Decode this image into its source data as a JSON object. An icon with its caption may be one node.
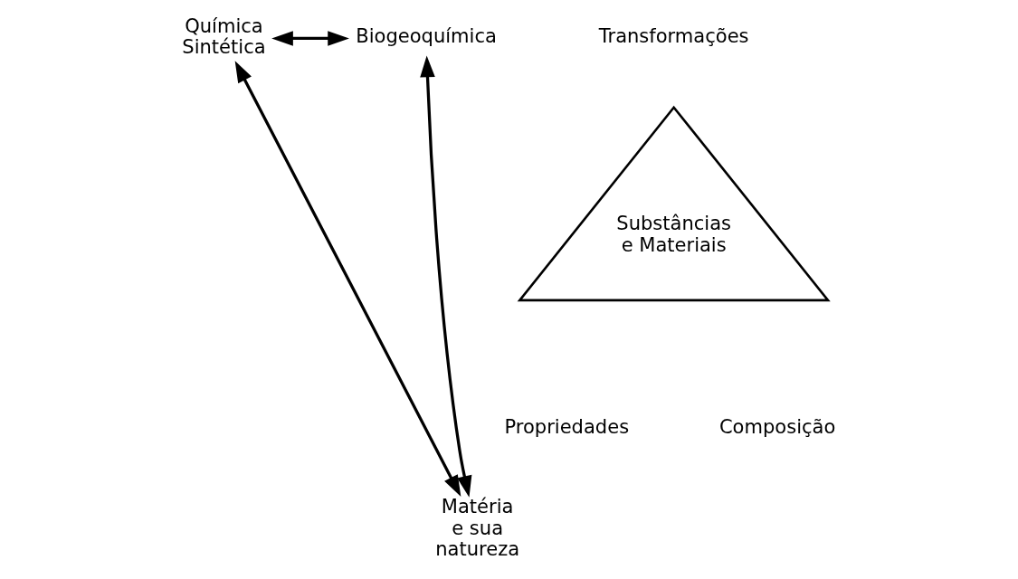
{
  "diagram": {
    "nodes": [
      {
        "text": [
          "Química Sintética"
        ]
      },
      {
        "text": [
          "Biogeoquímica"
        ]
      },
      {
        "text": [
          "Substâncias e Materiais"
        ]
      },
      {
        "text": [
          "Matéria e sua natureza"
        ]
      }
    ],
    "edges": [
      {
        "from": 0,
        "to": 1,
        "arrow": "both"
      },
      {
        "from": 0,
        "to": 3,
        "arrow": "both"
      },
      {
        "from": 1,
        "to": 3,
        "arrow": "both"
      }
    ],
    "labels": [
      "Transformações",
      "Propriedades",
      "Composição"
    ]
  }
}
